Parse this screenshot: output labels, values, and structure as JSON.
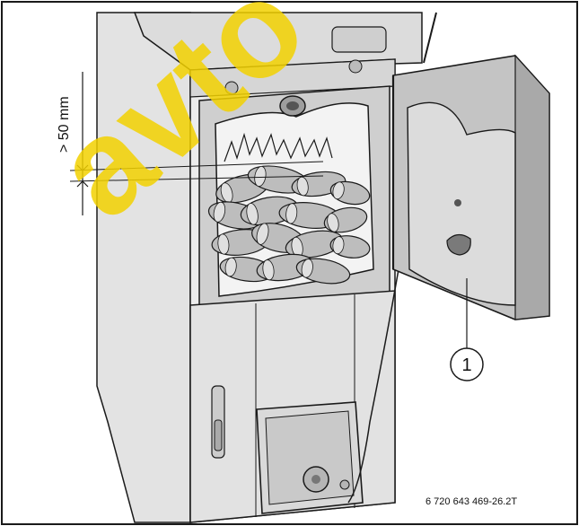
{
  "dimension_label": "> 50 mm",
  "callout_number": "1",
  "figure_code": "6 720 643 469-26.2T",
  "watermark_text": "avto",
  "colors": {
    "line": "#1a1a1a",
    "boiler_light": "#e6e6e6",
    "boiler_mid": "#cfcfcf",
    "boiler_dark": "#b3b3b3",
    "door_fill": "#c8c8c8",
    "door_inner": "#dadada",
    "watermark": "#f2d100",
    "wood_fill": "#bdbdbd"
  }
}
